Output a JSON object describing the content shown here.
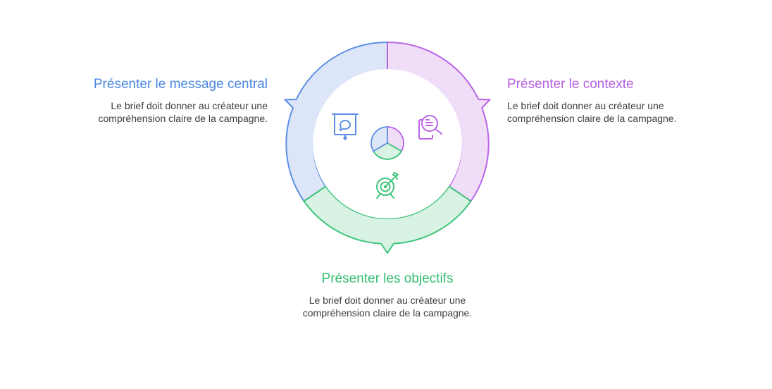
{
  "diagram": {
    "colors": {
      "blue_stroke": "#5b8fe6",
      "blue_fill": "#dce6f8",
      "purple_stroke": "#b964e6",
      "purple_fill": "#f0def9",
      "green_stroke": "#3ec47a",
      "green_fill": "#d8f3e3"
    },
    "segments": [
      {
        "key": "message",
        "title": "Présenter le message central",
        "description_line1": "Le brief doit donner au créateur une",
        "description_line2": "compréhension claire de la campagne.",
        "icon": "presentation-board-icon"
      },
      {
        "key": "contexte",
        "title": "Présenter le contexte",
        "description_line1": "Le brief doit donner au créateur une",
        "description_line2": "compréhension claire de la campagne.",
        "icon": "document-search-icon"
      },
      {
        "key": "objectifs",
        "title": "Présenter les objectifs",
        "description_line1": "Le brief doit donner au créateur une",
        "description_line2": "compréhension claire de la campagne.",
        "icon": "target-arrow-icon"
      }
    ],
    "center_icon": "pie-chart-icon"
  }
}
